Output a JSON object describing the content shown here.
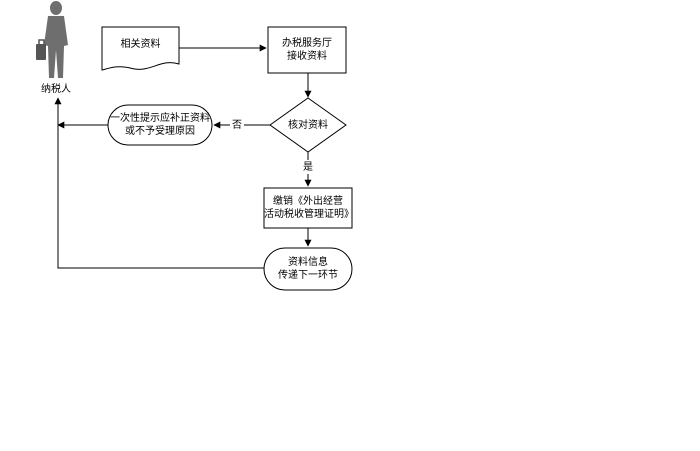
{
  "actor": {
    "label": "纳税人",
    "icon": "person-silhouette-icon"
  },
  "nodes": {
    "materials_doc": {
      "label": "相关资料"
    },
    "receive": {
      "line1": "办税服务厅",
      "line2": "接收资料"
    },
    "check": {
      "label": "核对资料"
    },
    "notify": {
      "line1": "一次性提示应补正资料",
      "line2": "或不予受理原因"
    },
    "cancel": {
      "line1": "缴销《外出经营",
      "line2": "活动税收管理证明》"
    },
    "transfer": {
      "line1": "资料信息",
      "line2": "传递下一环节"
    }
  },
  "edge_labels": {
    "no": "否",
    "yes": "是"
  },
  "colors": {
    "stroke": "#000000",
    "person": "#6e6e6e",
    "fill": "#ffffff"
  }
}
